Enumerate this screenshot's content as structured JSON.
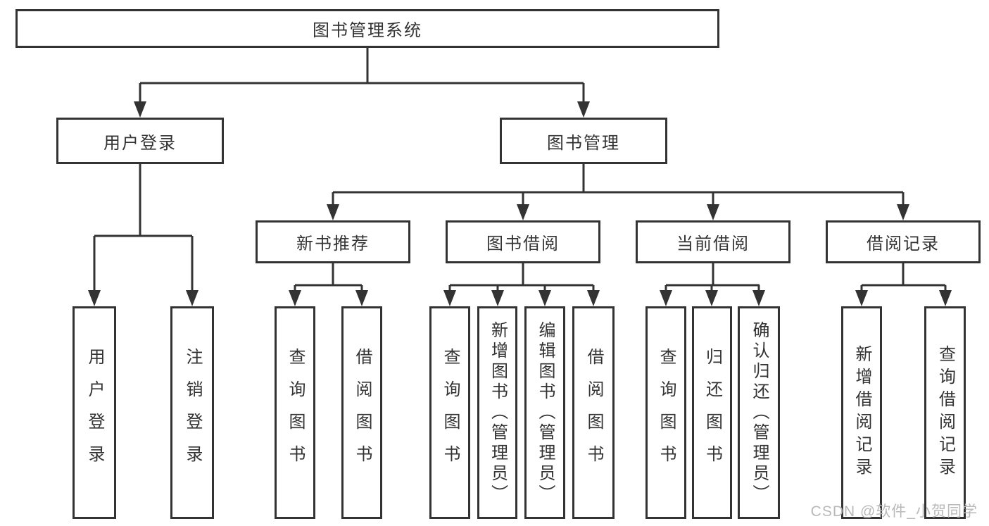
{
  "diagram": {
    "title": "图书管理系统",
    "user_login_branch": {
      "label": "用户登录",
      "children": [
        "用户登录",
        "注销登录"
      ]
    },
    "book_mgmt_branch": {
      "label": "图书管理",
      "groups": [
        {
          "label": "新书推荐",
          "children": [
            "查询图书",
            "借阅图书"
          ]
        },
        {
          "label": "图书借阅",
          "children": [
            "查询图书",
            "新增图书（管理员）",
            "编辑图书（管理员）",
            "借阅图书"
          ]
        },
        {
          "label": "当前借阅",
          "children": [
            "查询图书",
            "归还图书",
            "确认归还（管理员）"
          ]
        },
        {
          "label": "借阅记录",
          "children": [
            "新增借阅记录",
            "查询借阅记录"
          ]
        }
      ]
    }
  },
  "watermark": "CSDN @软件_小贺同学",
  "colors": {
    "line": "#333333",
    "text": "#333333",
    "watermark": "#b9b9b9",
    "background": "#ffffff"
  }
}
